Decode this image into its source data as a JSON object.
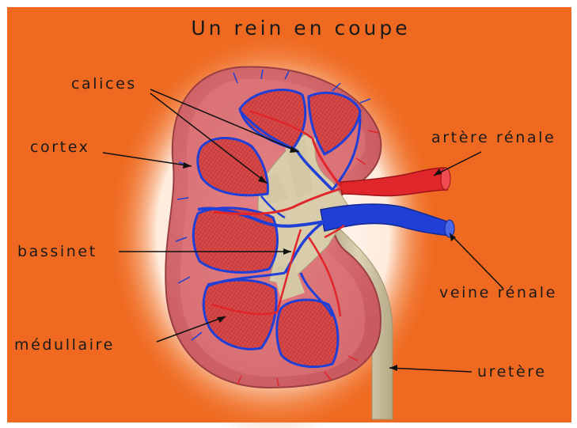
{
  "title": "Un rein en coupe",
  "labels": {
    "calices": "calices",
    "cortex": "cortex",
    "bassinet": "bassinet",
    "medullaire": "médullaire",
    "artere": "artère rénale",
    "veine": "veine rénale",
    "uretere": "uretère"
  },
  "colors": {
    "background": "#ef6a20",
    "cortex": "#d9696f",
    "medulla": "#d94848",
    "artery": "#e0262a",
    "vein": "#1f3fd6",
    "pelvis": "#cfc3a0"
  }
}
